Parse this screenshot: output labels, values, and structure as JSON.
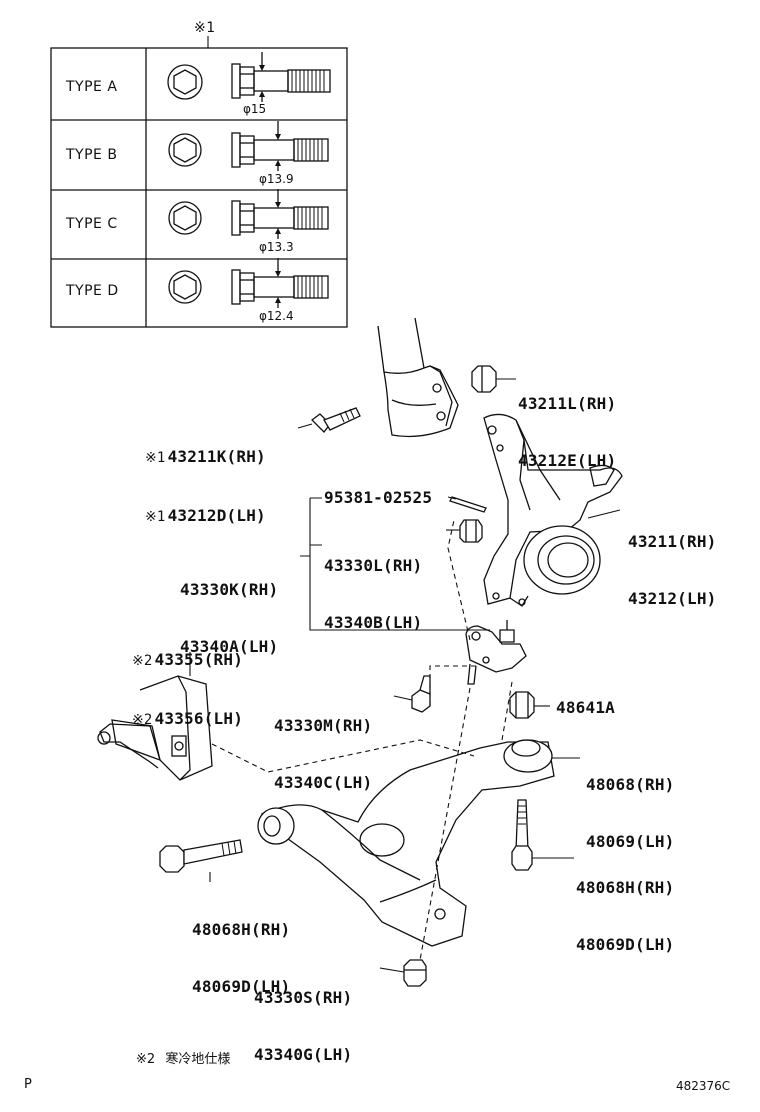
{
  "table": {
    "header_mark": "※1",
    "rows": [
      {
        "type": "TYPE A",
        "diameter": "φ15"
      },
      {
        "type": "TYPE B",
        "diameter": "φ13.9"
      },
      {
        "type": "TYPE C",
        "diameter": "φ13.3"
      },
      {
        "type": "TYPE D",
        "diameter": "φ12.4"
      }
    ]
  },
  "labels": {
    "p43211L": {
      "rh": "43211L(RH)",
      "lh": "43212E(LH)"
    },
    "p43211K": {
      "mark": "※1",
      "rh": "43211K(RH)",
      "lh": "43212D(LH)"
    },
    "p95381": {
      "num": "95381-02525"
    },
    "p43330L": {
      "rh": "43330L(RH)",
      "lh": "43340B(LH)"
    },
    "p43330K": {
      "rh": "43330K(RH)",
      "lh": "43340A(LH)"
    },
    "p43211": {
      "rh": "43211(RH)",
      "lh": "43212(LH)"
    },
    "p43355": {
      "mark": "※2",
      "rh": "43355(RH)",
      "lh": "43356(LH)"
    },
    "p43330M": {
      "rh": "43330M(RH)",
      "lh": "43340C(LH)"
    },
    "p48641A": {
      "num": "48641A"
    },
    "p48068": {
      "rh": "48068(RH)",
      "lh": "48069(LH)"
    },
    "p48068H_right": {
      "rh": "48068H(RH)",
      "lh": "48069D(LH)"
    },
    "p48068H_left": {
      "rh": "48068H(RH)",
      "lh": "48069D(LH)"
    },
    "p43330S": {
      "rh": "43330S(RH)",
      "lh": "43340G(LH)"
    }
  },
  "footnote": {
    "mark": "※2",
    "text": "寒冷地仕様"
  },
  "corner_left": "P",
  "corner_right": "482376C"
}
